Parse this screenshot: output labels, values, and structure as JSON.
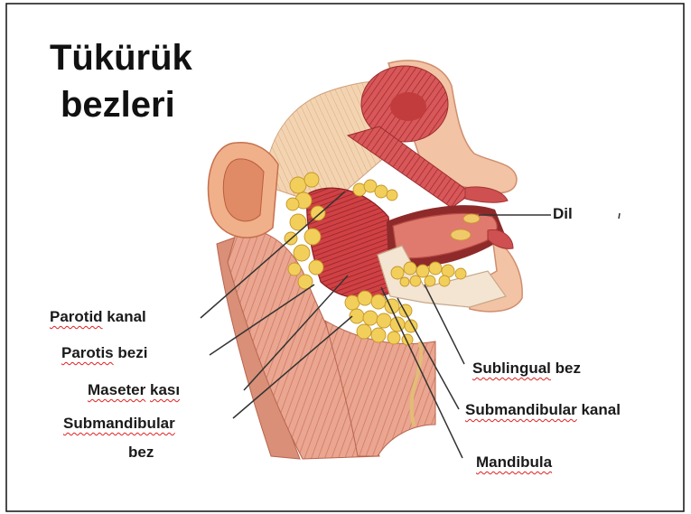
{
  "title": {
    "line1": "Tükürük",
    "line2": "bezleri"
  },
  "labels": {
    "dil": "Dil",
    "parotid_kanal": {
      "w1": "Parotid",
      "w2": "kanal"
    },
    "parotis_bezi": {
      "w1": "Parotis",
      "w2": "bezi"
    },
    "maseter_kasi": {
      "w1": "Maseter",
      "w2": "kası"
    },
    "submandibular_bez": {
      "w1": "Submandibular",
      "w2": "bez"
    },
    "sublingual_bez": {
      "w1": "Sublingual",
      "w2": "bez"
    },
    "submandibular_kanal": {
      "w1": "Submandibular",
      "w2": "kanal"
    },
    "mandibula": "Mandibula"
  },
  "colors": {
    "gland": "#f2cf5b",
    "gland_outline": "#c4962a",
    "muscle": "#d8585a",
    "skin": "#f2c3a4",
    "leader_line": "#333333",
    "spellcheck_underline": "#e02020"
  }
}
